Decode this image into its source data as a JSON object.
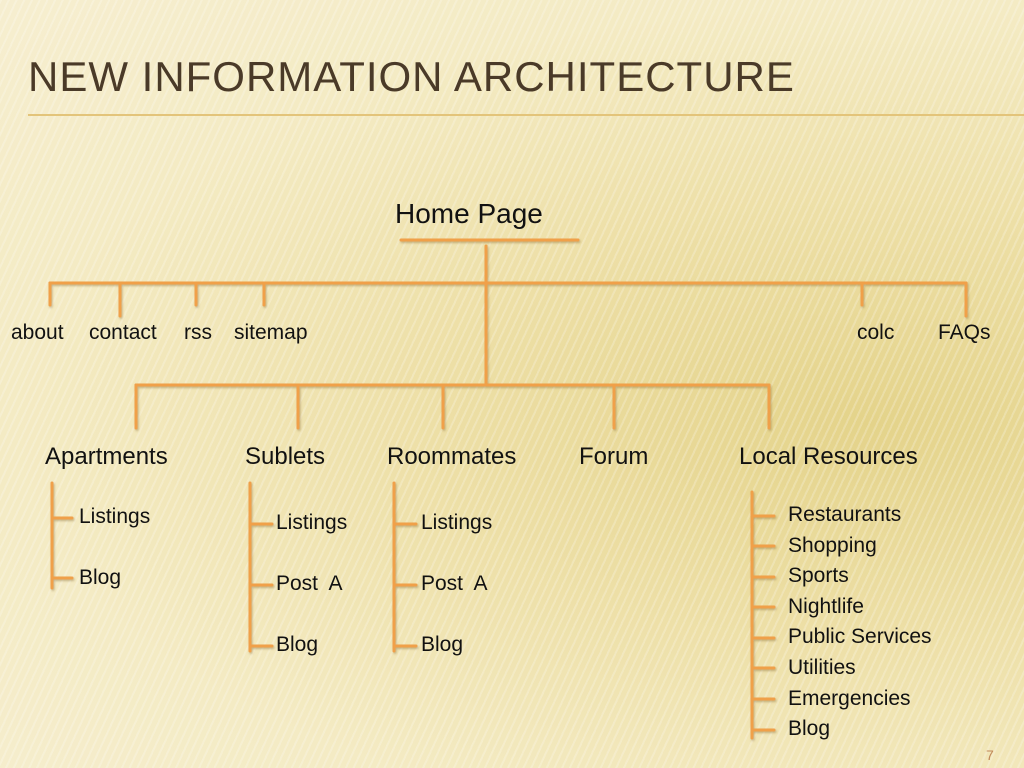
{
  "slide": {
    "title": "New Information Architecture",
    "page_number": "7"
  },
  "colors": {
    "connector": "#f0a04a",
    "title_text": "#4a3a28"
  },
  "tree": {
    "root": "Home Page",
    "top_items": {
      "about": "about",
      "contact": "contact",
      "rss": "rss",
      "sitemap": "sitemap",
      "colc": "colc",
      "faqs": "FAQs"
    },
    "sections": {
      "apartments": {
        "label": "Apartments",
        "children": [
          "Listings",
          "Blog"
        ]
      },
      "sublets": {
        "label": "Sublets",
        "children": [
          "Listings",
          "Post  A",
          "Blog"
        ]
      },
      "roommates": {
        "label": "Roommates",
        "children": [
          "Listings",
          "Post  A",
          "Blog"
        ]
      },
      "forum": {
        "label": "Forum",
        "children": []
      },
      "local_resources": {
        "label": "Local Resources",
        "children": [
          "Restaurants",
          "Shopping",
          "Sports",
          "Nightlife",
          "Public Services",
          "Utilities",
          "Emergencies",
          "Blog"
        ]
      }
    }
  }
}
